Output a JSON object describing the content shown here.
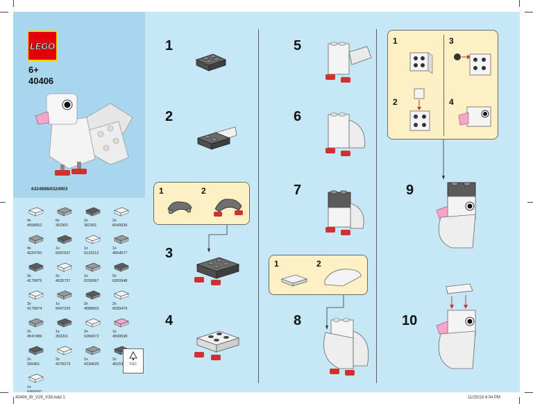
{
  "cover": {
    "brand": "LEGO",
    "age": "6+",
    "set_number": "40406",
    "element_codes": "6324898/6324903"
  },
  "steps": [
    "1",
    "2",
    "3",
    "4",
    "5",
    "6",
    "7",
    "8",
    "9",
    "10"
  ],
  "callouts": {
    "step3_sub": [
      "1",
      "2"
    ],
    "step8_sub": [
      "1",
      "2"
    ],
    "step9_sub": [
      "1",
      "2",
      "3",
      "4"
    ]
  },
  "parts": [
    {
      "qty": "4x",
      "id": "4558952"
    },
    {
      "qty": "6x",
      "id": "302301"
    },
    {
      "qty": "2x",
      "id": "362301"
    },
    {
      "qty": "2x",
      "id": "6043639"
    },
    {
      "qty": "4x",
      "id": "4224792"
    },
    {
      "qty": "1x",
      "id": "6097637"
    },
    {
      "qty": "1x",
      "id": "6132212"
    },
    {
      "qty": "1x",
      "id": "4654577"
    },
    {
      "qty": "3x",
      "id": "4179875"
    },
    {
      "qty": "2x",
      "id": "4535737"
    },
    {
      "qty": "1x",
      "id": "6156667"
    },
    {
      "qty": "5x",
      "id": "6302648"
    },
    {
      "qty": "3x",
      "id": "4179874"
    },
    {
      "qty": "1x",
      "id": "6047220"
    },
    {
      "qty": "2x",
      "id": "4588003"
    },
    {
      "qty": "2x",
      "id": "6039479"
    },
    {
      "qty": "2x",
      "id": "4547489"
    },
    {
      "qty": "1x",
      "id": "302201"
    },
    {
      "qty": "2x",
      "id": "6284072"
    },
    {
      "qty": "1x",
      "id": "4599538"
    },
    {
      "qty": "2x",
      "id": "300401"
    },
    {
      "qty": "2x",
      "id": "4278273"
    },
    {
      "qty": "1x",
      "id": "4234525"
    },
    {
      "qty": "2x",
      "id": "4515364"
    },
    {
      "qty": "1x",
      "id": "6066097"
    }
  ],
  "fsc_label": "FSC",
  "footer": {
    "left": "40406_BI_V29_V39.indd  1",
    "right": "11/25/19   4:04 PM"
  },
  "colors": {
    "sheet": "#c6e7f6",
    "cover_panel": "#a8d6ee",
    "callout": "#fdf0c4",
    "white_brick": "#f3f3f3",
    "dark_grey": "#5b5b5b",
    "light_grey": "#a7a7a7",
    "red": "#d0312d",
    "pink": "#f3a7c8",
    "lego_red": "#e3000b",
    "lego_yellow": "#ffd500"
  }
}
